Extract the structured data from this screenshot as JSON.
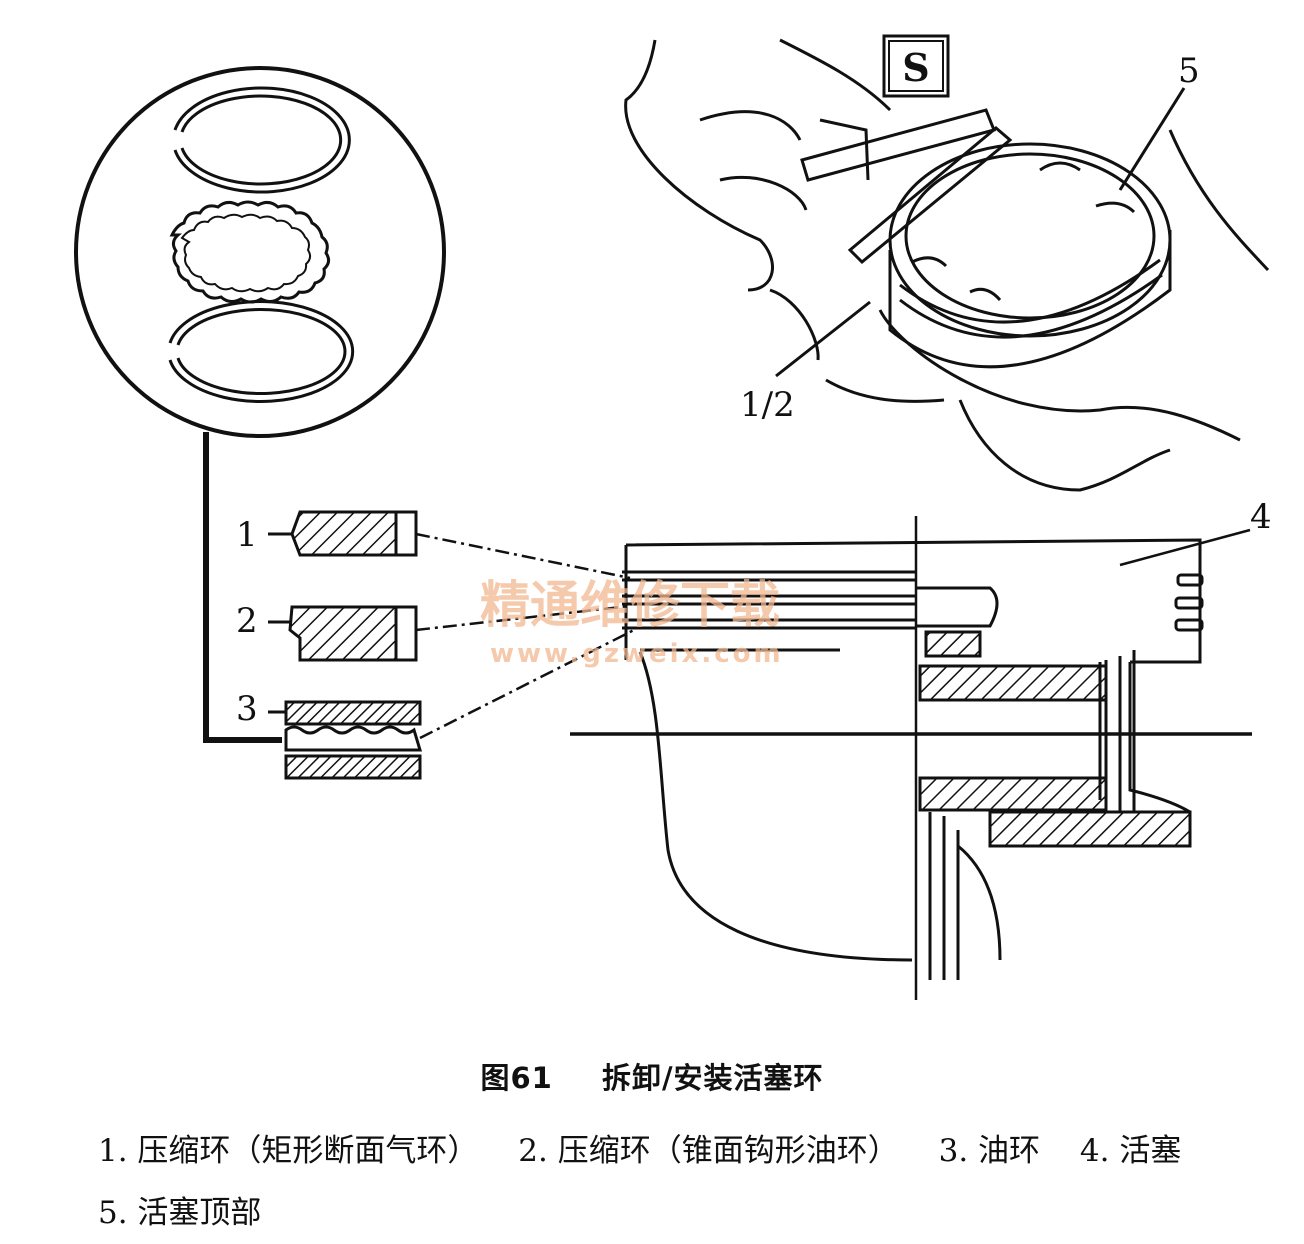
{
  "figure": {
    "callouts": [
      "1",
      "2",
      "3",
      "4",
      "5",
      "1/2"
    ],
    "tool_icon_glyph": "S",
    "watermark": {
      "text": "精通维修下载",
      "url": "www.gzweix.com",
      "color": "#f2b78f"
    }
  },
  "caption": {
    "number": "图61",
    "title": "拆卸/安装活塞环"
  },
  "legend": [
    "1. 压缩环（矩形断面气环）",
    "2. 压缩环（锥面钩形油环）",
    "3. 油环",
    "4. 活塞",
    "5. 活塞顶部"
  ]
}
